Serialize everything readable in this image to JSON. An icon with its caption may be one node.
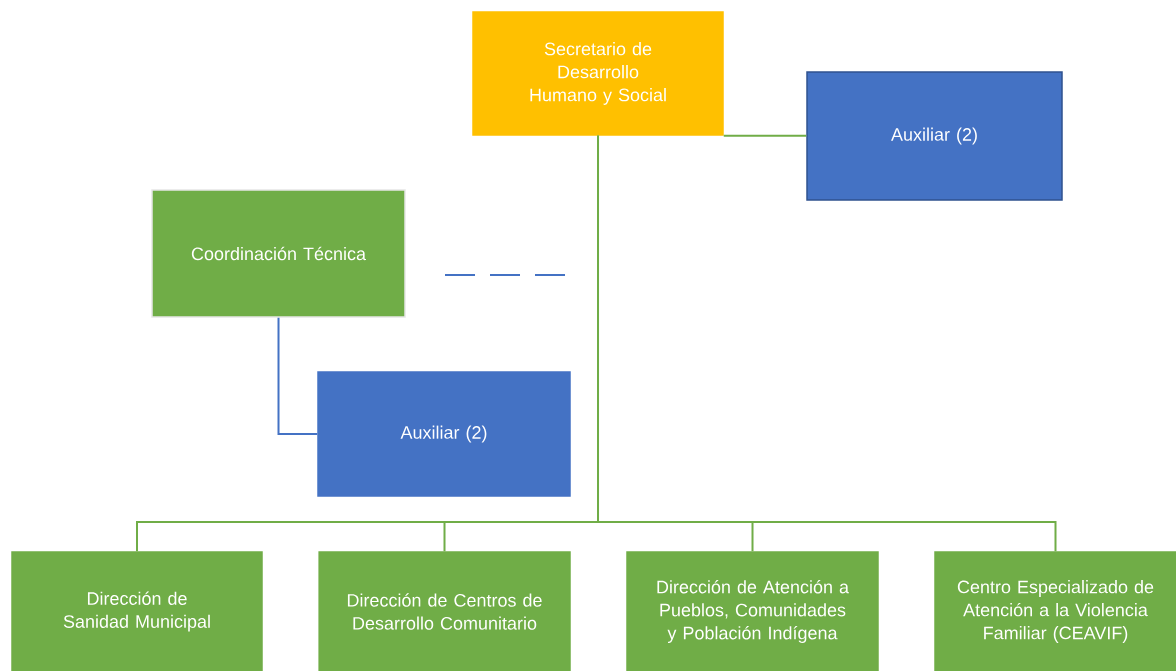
{
  "diagram": {
    "nodes": [
      {
        "text": [
          "Secretario de Desarrollo Humano y Social"
        ]
      },
      {
        "text": [
          "Auxiliar (2)"
        ]
      },
      {
        "text": [
          "Coordinación Técnica"
        ]
      },
      {
        "text": [
          "Auxiliar (2)"
        ]
      },
      {
        "text": [
          "Dirección de Sanidad Municipal"
        ]
      },
      {
        "text": [
          "Dirección de Centros de Desarrollo Comunitario"
        ]
      },
      {
        "text": [
          "Dirección de Atención a Pueblos, Comunidades y Población Indígena"
        ]
      },
      {
        "text": [
          "Centro Especializado de Atención a la Violencia Familiar (CEAVIF)"
        ]
      }
    ],
    "edges": [
      {
        "from": 0,
        "to": 1,
        "arrow": "none"
      },
      {
        "from": 2,
        "to": 3,
        "arrow": "none",
        "color": "#4472c4"
      },
      {
        "from": 0,
        "to": 4,
        "arrow": "none"
      },
      {
        "from": 0,
        "to": 5,
        "arrow": "none"
      },
      {
        "from": 0,
        "to": 6,
        "arrow": "none"
      },
      {
        "from": 0,
        "to": 7,
        "arrow": "none"
      }
    ]
  }
}
